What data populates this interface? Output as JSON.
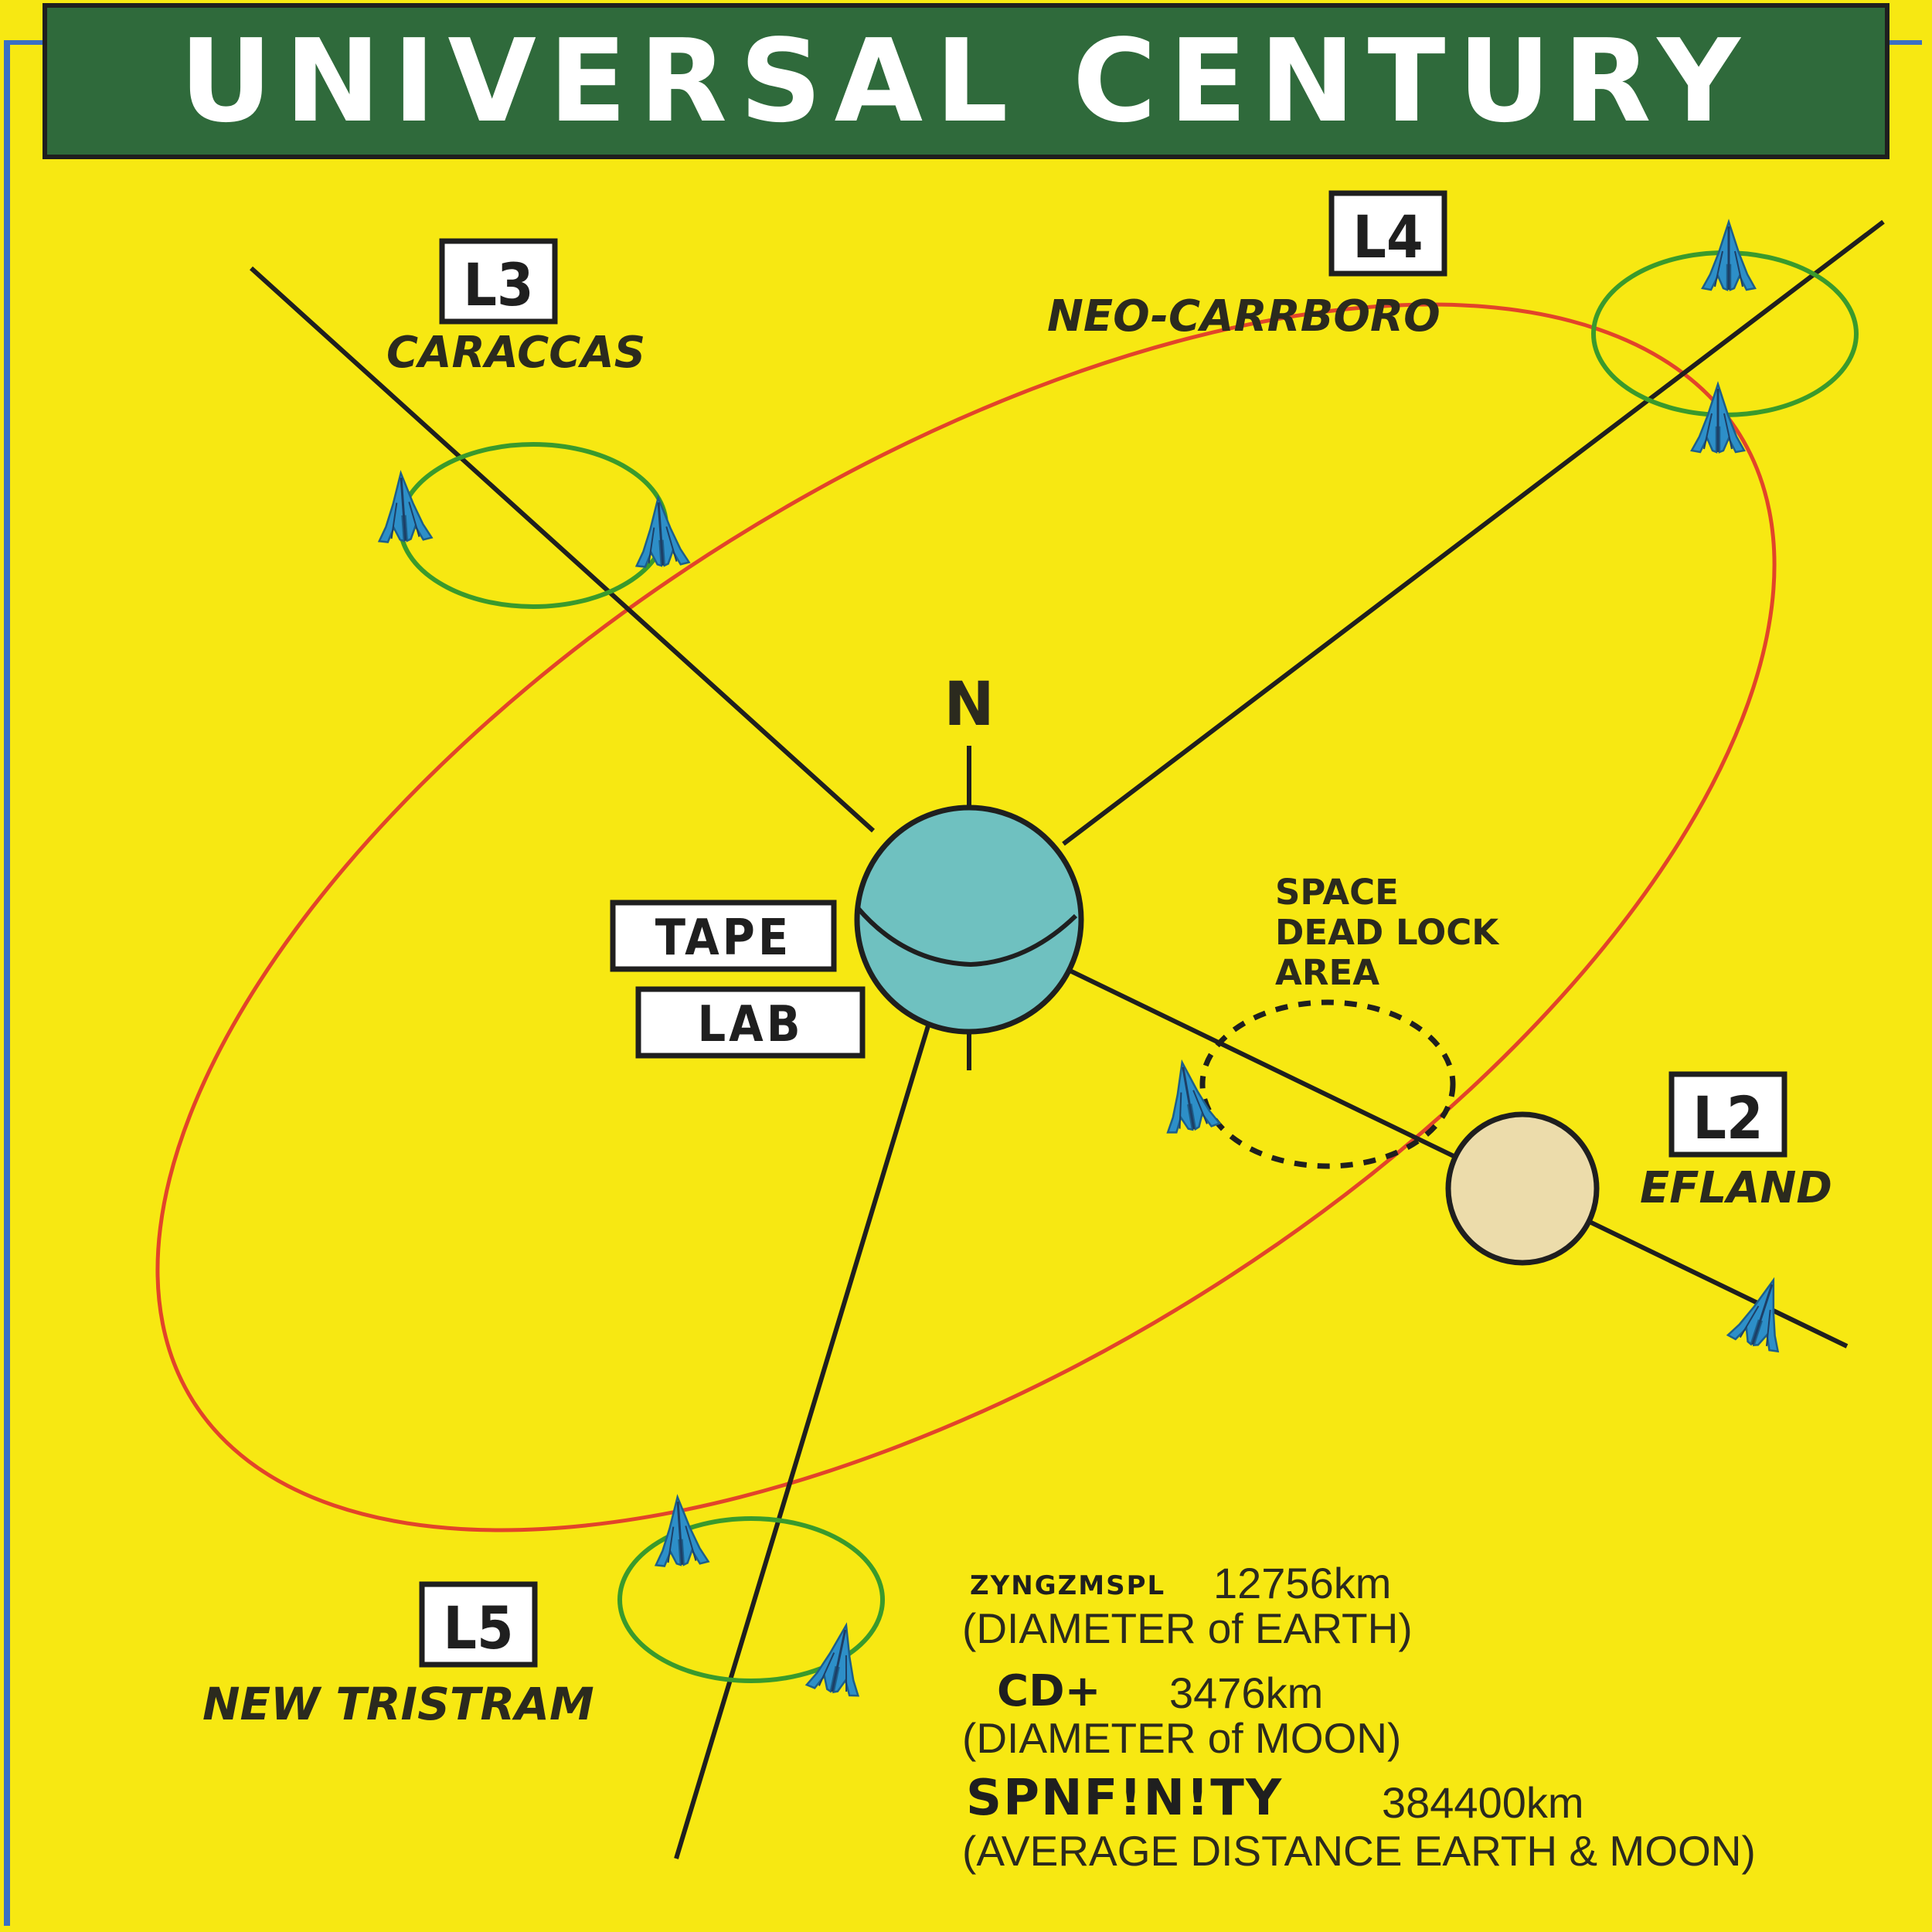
{
  "title": "UNIVERSAL CENTURY",
  "compass": "N",
  "center": {
    "line1": "TAPE",
    "line2": "LAB"
  },
  "points": {
    "l3": {
      "label": "L3",
      "name": "CARACCAS"
    },
    "l4": {
      "label": "L4",
      "name": "NEO-CARRBORO"
    },
    "l2": {
      "label": "L2",
      "name": "EFLAND"
    },
    "l5": {
      "label": "L5",
      "name": "NEW TRISTRAM"
    }
  },
  "deadlock": {
    "line1": "SPACE",
    "line2": "DEAD LOCK",
    "line3": "AREA"
  },
  "legend": [
    {
      "code": "ZYNGZMSPL",
      "value": "12756km",
      "desc": "(DIAMETER of EARTH)"
    },
    {
      "code": "CD+",
      "value": "3476km",
      "desc": "(DIAMETER of MOON)"
    },
    {
      "code": "SPNF!N!TY",
      "value": "384400km",
      "desc": "(AVERAGE DISTANCE EARTH & MOON)"
    }
  ],
  "colors": {
    "background": "#f7e812",
    "banner": "#2f6a3b",
    "orbit": "#e2442a",
    "colony_ring": "#3a9a2c",
    "earth": "#6fc1c0",
    "moon": "#ecdcab",
    "ship": "#2d8fc8"
  },
  "icons": [
    "colony-ship-icon"
  ]
}
